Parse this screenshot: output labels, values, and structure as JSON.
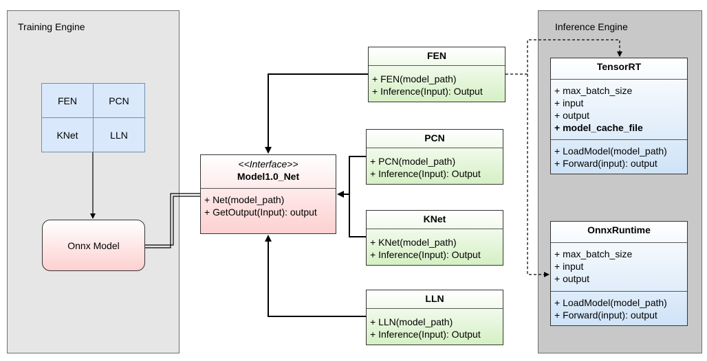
{
  "training_engine": {
    "title": "Training Engine",
    "grid": [
      "FEN",
      "PCN",
      "KNet",
      "LLN"
    ],
    "onnx_model": "Onnx Model"
  },
  "interface": {
    "stereotype": "<<Interface>>",
    "name": "Model1.0_Net",
    "methods": [
      "+ Net(model_path)",
      "+ GetOutput(Input): output"
    ]
  },
  "models": [
    {
      "name": "FEN",
      "methods": [
        "+ FEN(model_path)",
        "+ Inference(Input): Output"
      ]
    },
    {
      "name": "PCN",
      "methods": [
        "+ PCN(model_path)",
        "+ Inference(Input): Output"
      ]
    },
    {
      "name": "KNet",
      "methods": [
        "+ KNet(model_path)",
        "+ Inference(Input): Output"
      ]
    },
    {
      "name": "LLN",
      "methods": [
        "+ LLN(model_path)",
        "+ Inference(Input): Output"
      ]
    }
  ],
  "inference_engine": {
    "title": "Inference Engine",
    "tensorrt": {
      "name": "TensorRT",
      "attributes": [
        "+ max_batch_size",
        "+ input",
        "+ output",
        "+ model_cache_file"
      ],
      "methods": [
        "+ LoadModel(model_path)",
        "+ Forward(input): output"
      ]
    },
    "onnxruntime": {
      "name": "OnnxRuntime",
      "attributes": [
        "+ max_batch_size",
        "+ input",
        "+ output"
      ],
      "methods": [
        "+ LoadModel(model_path)",
        "+ Forward(input): output"
      ]
    }
  },
  "colors": {
    "panel_bg_left": "#e6e6e6",
    "panel_bg_right": "#c8c8c8",
    "grid_cell": "#dae8fc"
  }
}
